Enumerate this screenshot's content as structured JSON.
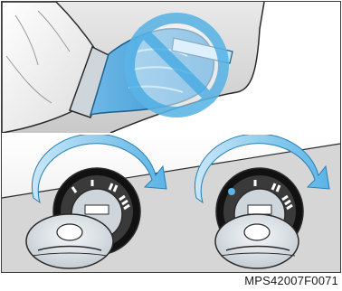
{
  "figure": {
    "caption": "MPS42007F0071",
    "panels": [
      {
        "id": "top",
        "illustration": "hand-turning-key-prohibited"
      },
      {
        "id": "bottom-left",
        "illustration": "ignition-key-turn-from-lock"
      },
      {
        "id": "bottom-right",
        "illustration": "ignition-key-turn-from-acc"
      }
    ],
    "icons": [
      "prohibited-icon",
      "rotation-arrow-icon"
    ],
    "colors": {
      "panel_gray": "#dcdcdc",
      "arrow_blue": "#7fc3e8",
      "prohibited_blue": "#5ab4e6",
      "outline": "#2a2a2a"
    }
  }
}
